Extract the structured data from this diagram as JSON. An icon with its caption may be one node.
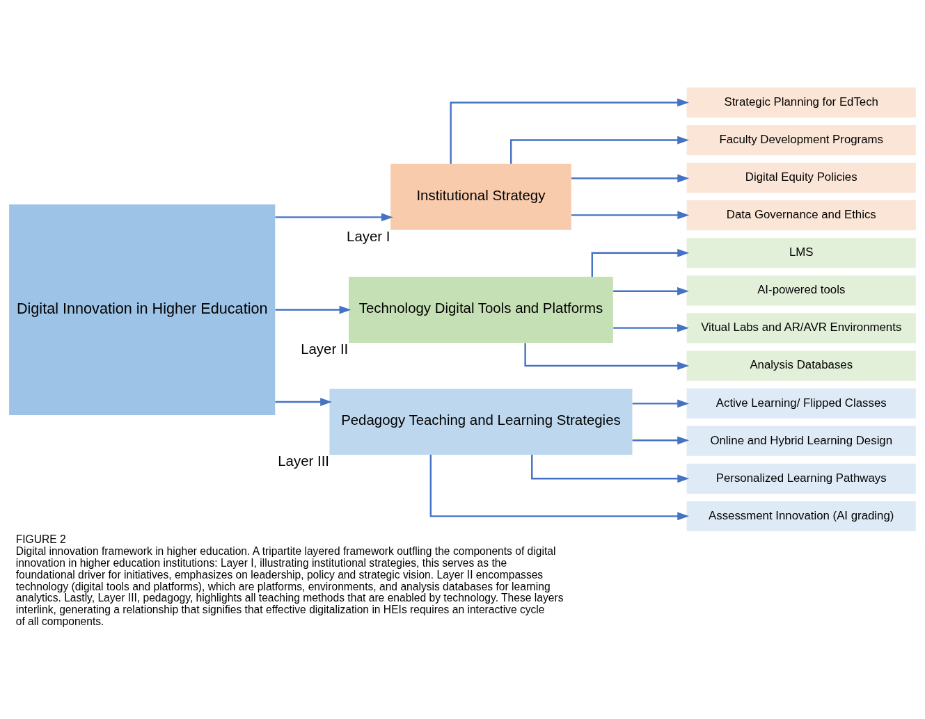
{
  "diagram": {
    "title": "FIGURE 2",
    "caption": "Digital innovation framework in higher education. A tripartite layered framework outfling the components of digital innovation in higher education institutions: Layer I, illustrating institutional strategies, this serves as the foundational driver for initiatives, emphasizes on leadership, policy and strategic vision. Layer II encompasses technology (digital tools and platforms), which are platforms, environments, and analysis databases for learning analytics. Lastly, Layer III, pedagogy, highlights all teaching methods that are enabled by technology. These layers interlink, generating a relationship that signifies that effective digitalization in HEIs requires an interactive cycle of all components.",
    "nodes": [
      {
        "text": [
          "Digital Innovation in Higher Education"
        ]
      },
      {
        "text": [
          "Institutional Strategy"
        ],
        "beside": [
          "Layer I"
        ]
      },
      {
        "text": [
          "Technology Digital Tools and Platforms"
        ],
        "beside": [
          "Layer II"
        ]
      },
      {
        "text": [
          "Pedagogy Teaching and Learning Strategies"
        ],
        "beside": [
          "Layer III"
        ]
      },
      {
        "text": [
          "Strategic Planning for EdTech"
        ]
      },
      {
        "text": [
          "Faculty Development Programs"
        ]
      },
      {
        "text": [
          "Digital Equity Policies"
        ]
      },
      {
        "text": [
          "Data Governance and Ethics"
        ]
      },
      {
        "text": [
          "LMS"
        ]
      },
      {
        "text": [
          "AI-powered tools"
        ]
      },
      {
        "text": [
          "Vitual Labs and AR/AVR Environments"
        ]
      },
      {
        "text": [
          "Analysis Databases"
        ]
      },
      {
        "text": [
          "Active Learning/ Flipped Classes"
        ]
      },
      {
        "text": [
          "Online and Hybrid Learning Design"
        ]
      },
      {
        "text": [
          "Personalized Learning Pathways"
        ]
      },
      {
        "text": [
          "Assessment Innovation (AI grading)"
        ]
      }
    ],
    "edges": [
      {
        "from": 0,
        "to": 1,
        "arrow": "to"
      },
      {
        "from": 0,
        "to": 2,
        "arrow": "to"
      },
      {
        "from": 0,
        "to": 3,
        "arrow": "to"
      },
      {
        "from": 1,
        "to": 4,
        "arrow": "to"
      },
      {
        "from": 1,
        "to": 5,
        "arrow": "to"
      },
      {
        "from": 1,
        "to": 6,
        "arrow": "to"
      },
      {
        "from": 1,
        "to": 7,
        "arrow": "to"
      },
      {
        "from": 2,
        "to": 8,
        "arrow": "to"
      },
      {
        "from": 2,
        "to": 9,
        "arrow": "to"
      },
      {
        "from": 2,
        "to": 10,
        "arrow": "to"
      },
      {
        "from": 2,
        "to": 11,
        "arrow": "to"
      },
      {
        "from": 3,
        "to": 12,
        "arrow": "to"
      },
      {
        "from": 3,
        "to": 13,
        "arrow": "to"
      },
      {
        "from": 3,
        "to": 14,
        "arrow": "to"
      },
      {
        "from": 3,
        "to": 15,
        "arrow": "to"
      }
    ]
  }
}
